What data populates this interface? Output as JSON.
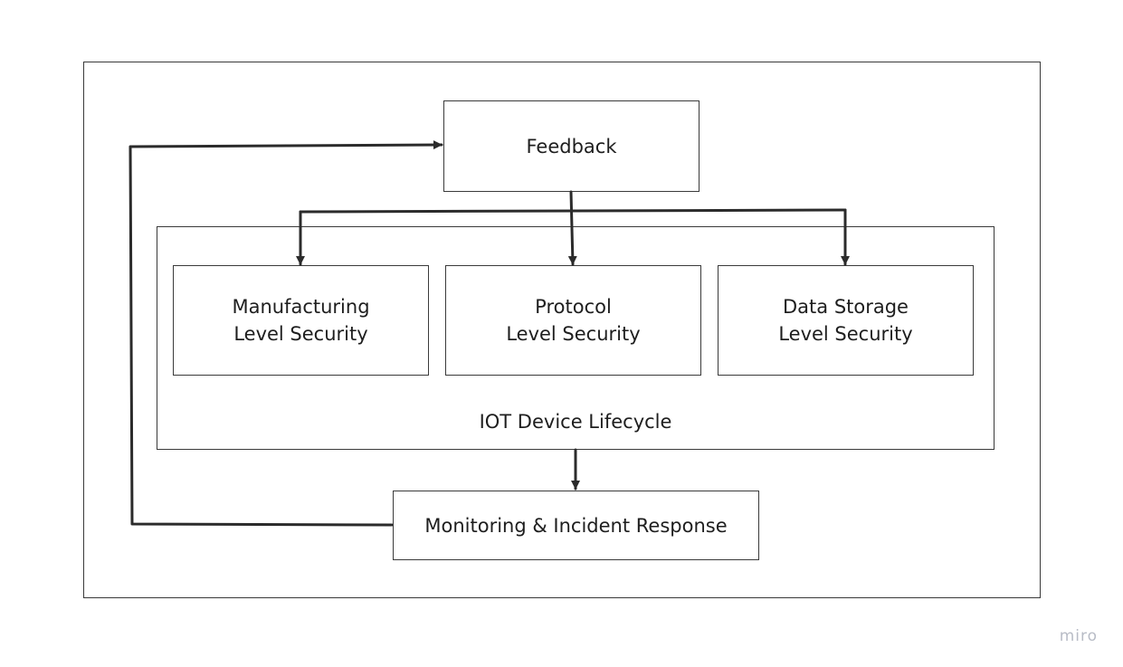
{
  "diagram": {
    "feedback": {
      "label": "Feedback"
    },
    "lifecycle": {
      "label": "IOT Device Lifecycle",
      "items": [
        {
          "line1": "Manufacturing",
          "line2": "Level Security"
        },
        {
          "line1": "Protocol",
          "line2": "Level Security"
        },
        {
          "line1": "Data Storage",
          "line2": "Level Security"
        }
      ]
    },
    "monitoring": {
      "label": "Monitoring & Incident Response"
    }
  },
  "watermark": "miro",
  "colors": {
    "stroke": "#2b2b2b",
    "border": "#3a3a3a",
    "text": "#1e1e1e",
    "watermark": "#b8bcc6"
  }
}
